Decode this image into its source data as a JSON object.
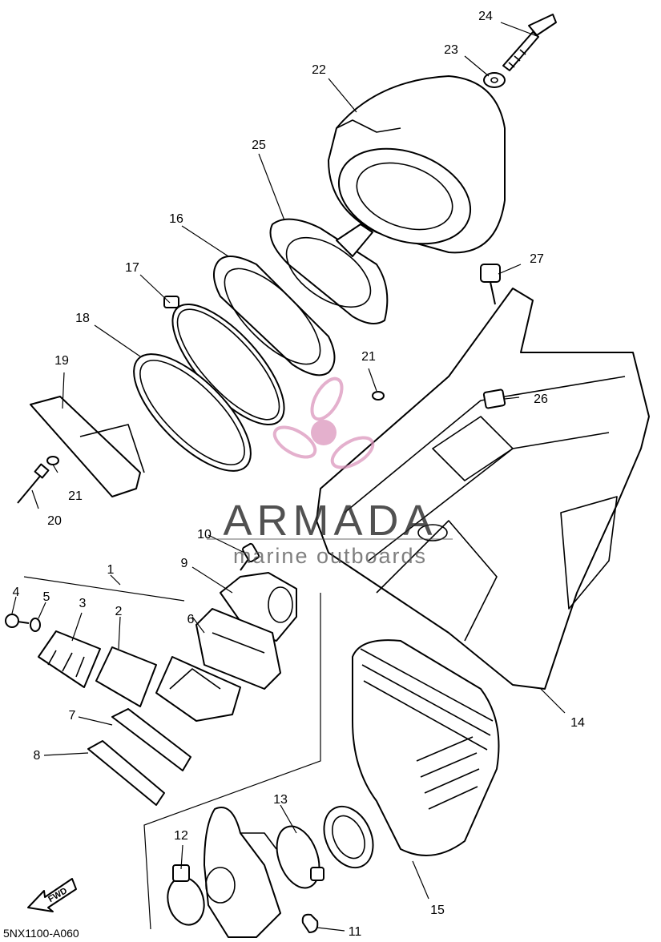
{
  "diagram": {
    "code": "5NX1100-A060",
    "fwd_label": "FWD",
    "callouts": [
      "1",
      "2",
      "3",
      "4",
      "5",
      "6",
      "7",
      "8",
      "9",
      "10",
      "11",
      "12",
      "13",
      "14",
      "15",
      "16",
      "17",
      "18",
      "19",
      "20",
      "21",
      "21",
      "22",
      "23",
      "24",
      "25",
      "26",
      "27"
    ]
  },
  "watermark": {
    "brand": "ARMADA",
    "tagline": "marine outboards",
    "accent_color": "#d98fb8"
  }
}
